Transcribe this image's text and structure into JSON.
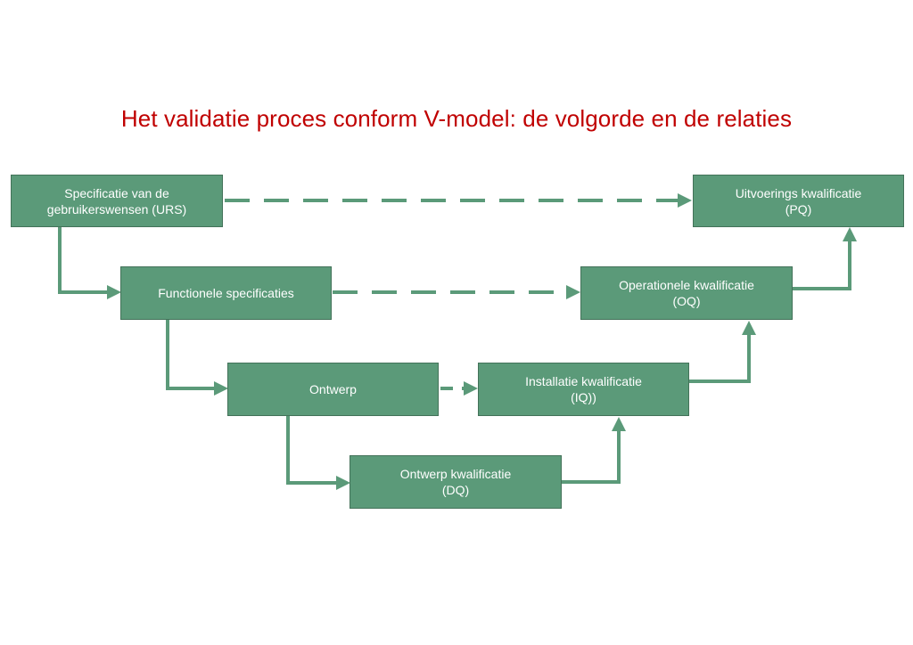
{
  "title": "Het validatie proces conform V-model: de volgorde en de relaties",
  "colors": {
    "title": "#c00000",
    "box_fill": "#5b9a79",
    "box_border": "#437259",
    "arrow": "#5b9a79"
  },
  "nodes": {
    "urs": "Specificatie van de\ngebruikerswensen (URS)",
    "functional": "Functionele specificaties",
    "design": "Ontwerp",
    "dq": "Ontwerp kwalificatie\n(DQ)",
    "iq": "Installatie kwalificatie\n(IQ))",
    "oq": "Operationele kwalificatie\n(OQ)",
    "pq": "Uitvoerings kwalificatie\n(PQ)"
  },
  "edges": [
    {
      "from": "urs",
      "to": "functional",
      "style": "solid"
    },
    {
      "from": "functional",
      "to": "design",
      "style": "solid"
    },
    {
      "from": "design",
      "to": "dq",
      "style": "solid"
    },
    {
      "from": "dq",
      "to": "iq",
      "style": "solid"
    },
    {
      "from": "iq",
      "to": "oq",
      "style": "solid"
    },
    {
      "from": "oq",
      "to": "pq",
      "style": "solid"
    },
    {
      "from": "urs",
      "to": "pq",
      "style": "dashed"
    },
    {
      "from": "functional",
      "to": "oq",
      "style": "dashed"
    },
    {
      "from": "design",
      "to": "iq",
      "style": "dashed"
    }
  ]
}
